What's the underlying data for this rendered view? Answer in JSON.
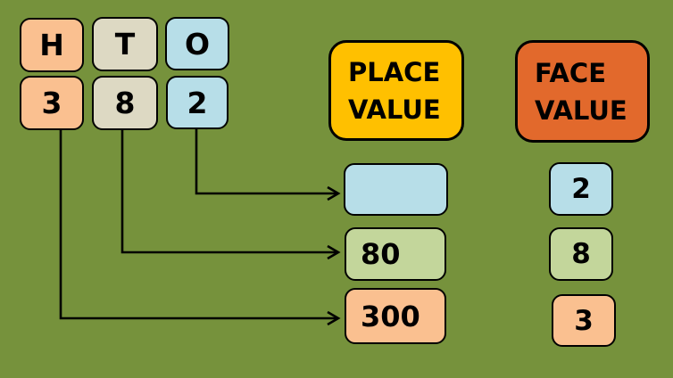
{
  "colors": {
    "background": "#76923C",
    "peach": "#FAC090",
    "beige": "#DDD9C3",
    "green": "#C3D69B",
    "blue": "#B7DEE8",
    "yellow": "#FFC000",
    "orange": "#E2692C",
    "line": "#000000"
  },
  "digit_columns": [
    {
      "header": "H",
      "digit": "3",
      "color": "#FAC090"
    },
    {
      "header": "T",
      "digit": "8",
      "color": "#DDD9C3"
    },
    {
      "header": "O",
      "digit": "2",
      "color": "#B7DEE8"
    }
  ],
  "place_value": {
    "label_line1": "PLACE",
    "label_line2": "VALUE",
    "results": [
      {
        "place": "ones",
        "value": "",
        "color": "#B7DEE8"
      },
      {
        "place": "tens",
        "value": "80",
        "color": "#C3D69B"
      },
      {
        "place": "hundreds",
        "value": "300",
        "color": "#FAC090"
      }
    ]
  },
  "face_value": {
    "label_line1": "FACE",
    "label_line2": "VALUE",
    "results": [
      {
        "place": "ones",
        "value": "2",
        "color": "#B7DEE8"
      },
      {
        "place": "tens",
        "value": "8",
        "color": "#C3D69B"
      },
      {
        "place": "hundreds",
        "value": "3",
        "color": "#FAC090"
      }
    ]
  }
}
